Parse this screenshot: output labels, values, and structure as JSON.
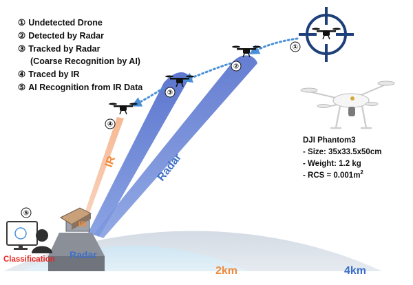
{
  "legend": {
    "items": [
      {
        "marker": "①",
        "text": "Undetected Drone"
      },
      {
        "marker": "②",
        "text": "Detected by Radar"
      },
      {
        "marker": "③",
        "text": "Tracked by Radar"
      },
      {
        "marker": "",
        "text": "(Coarse Recognition by AI)"
      },
      {
        "marker": "④",
        "text": "Traced by IR"
      },
      {
        "marker": "⑤",
        "text": "AI Recognition from IR Data"
      }
    ]
  },
  "drone_markers": {
    "m1": "①",
    "m2": "②",
    "m3": "③",
    "m4": "④",
    "m5": "⑤"
  },
  "spec": {
    "name": "DJI Phantom3",
    "size": "- Size: 35x33.5x50cm",
    "weight": "- Weight: 1.2 kg",
    "rcs_prefix": "- RCS = 0.001m",
    "rcs_superscript": "2"
  },
  "ranges": {
    "near": "2km",
    "far": "4km"
  },
  "beam_labels": {
    "ir_beam": "IR",
    "radar_beam": "Radar"
  },
  "station": {
    "ir": "IR",
    "radar": "Radar",
    "classification": "Classification"
  },
  "colors": {
    "far_zone": "#dde3ea",
    "near_zone": "#dcedf6",
    "radar_beam": "#4f6fcf",
    "ir_beam": "#f0a37a",
    "orange_text": "#f08a3c",
    "blue_text": "#3d6fc8",
    "red_text": "#e8241c",
    "crosshair": "#1d3f7a",
    "arrow": "#4a90d9"
  },
  "icons": [
    "drone-icon",
    "crosshair-icon",
    "user-monitor-icon",
    "sensor-station-icon"
  ]
}
